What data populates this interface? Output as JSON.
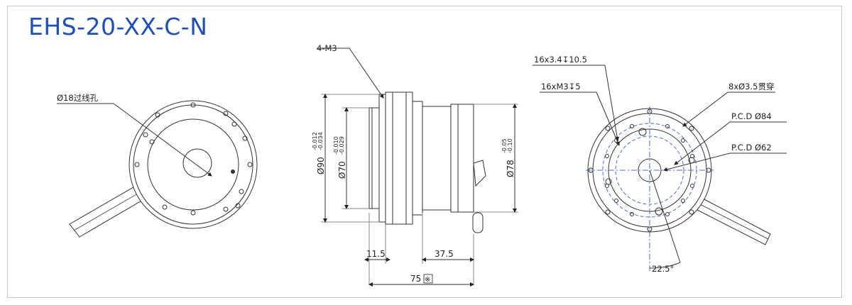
{
  "title": "EHS-20-XX-C-N",
  "left_view": {
    "hole_label": "Ø18过线孔"
  },
  "side_view": {
    "thread_label": "4-M3",
    "dia_outer": "Ø90",
    "dia_outer_tol_upper": "-0.012",
    "dia_outer_tol_lower": "-0.034",
    "dia_inner": "Ø70",
    "dia_inner_tol_upper": "-0.010",
    "dia_inner_tol_lower": "-0.029",
    "dia_right": "Ø78",
    "dia_right_tol_upper": "-0.05",
    "dia_right_tol_lower": "-0.10",
    "len_a": "11.5",
    "len_b": "37.5",
    "len_total": "75",
    "len_total_mark": "※"
  },
  "right_view": {
    "label_holes_16_deep": "16x3.4↧10.5",
    "label_holes_16_m3": "16xM3↧5",
    "label_through": "8xØ3.5贯穿",
    "label_pcd_84": "P.C.D  Ø84",
    "label_pcd_62": "P.C.D  Ø62",
    "label_angle": "22.5°"
  }
}
